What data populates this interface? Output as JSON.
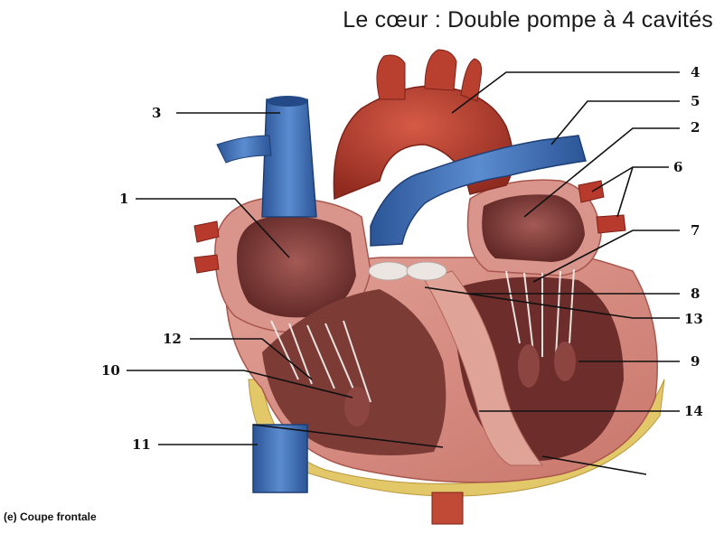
{
  "title": "Le cœur : Double pompe à 4 cavités",
  "caption": "(e) Coupe frontale",
  "labels": {
    "l1": "1",
    "l2": "2",
    "l3": "3",
    "l4": "4",
    "l5": "5",
    "l6": "6",
    "l7": "7",
    "l8": "8",
    "l9": "9",
    "l10": "10",
    "l11": "11",
    "l12": "12",
    "l13": "13",
    "l14": "14"
  },
  "colors": {
    "vein_blue": "#3d6fb4",
    "aorta_red": "#b83a2c",
    "myocardium": "#d98e83",
    "chamber_dark": "#7a3a35",
    "fat_yellow": "#e3c86a",
    "valve_white": "#e9e4e2"
  }
}
